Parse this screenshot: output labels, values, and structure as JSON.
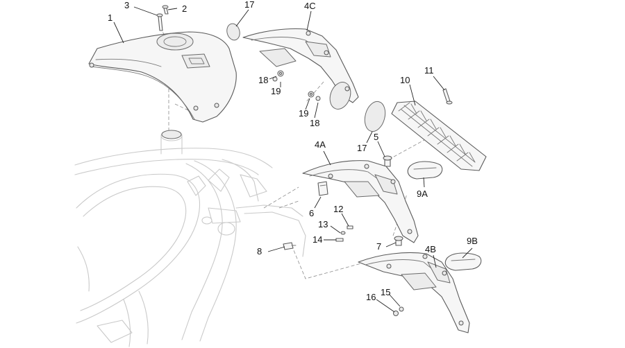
{
  "callouts": [
    {
      "id": "1",
      "text": "1"
    },
    {
      "id": "2",
      "text": "2"
    },
    {
      "id": "3",
      "text": "3"
    },
    {
      "id": "4a",
      "text": "4A"
    },
    {
      "id": "4b",
      "text": "4B"
    },
    {
      "id": "4c",
      "text": "4C"
    },
    {
      "id": "5",
      "text": "5"
    },
    {
      "id": "6",
      "text": "6"
    },
    {
      "id": "7a",
      "text": "7"
    },
    {
      "id": "8",
      "text": "8"
    },
    {
      "id": "9a",
      "text": "9A"
    },
    {
      "id": "9b",
      "text": "9B"
    },
    {
      "id": "10",
      "text": "10"
    },
    {
      "id": "11",
      "text": "11"
    },
    {
      "id": "12",
      "text": "12"
    },
    {
      "id": "13",
      "text": "13"
    },
    {
      "id": "14",
      "text": "14"
    },
    {
      "id": "15",
      "text": "15"
    },
    {
      "id": "16",
      "text": "16"
    },
    {
      "id": "17a",
      "text": "17"
    },
    {
      "id": "17b",
      "text": "17"
    },
    {
      "id": "18a",
      "text": "18"
    },
    {
      "id": "18b",
      "text": "18"
    },
    {
      "id": "19a",
      "text": "19"
    },
    {
      "id": "19b",
      "text": "19"
    }
  ]
}
